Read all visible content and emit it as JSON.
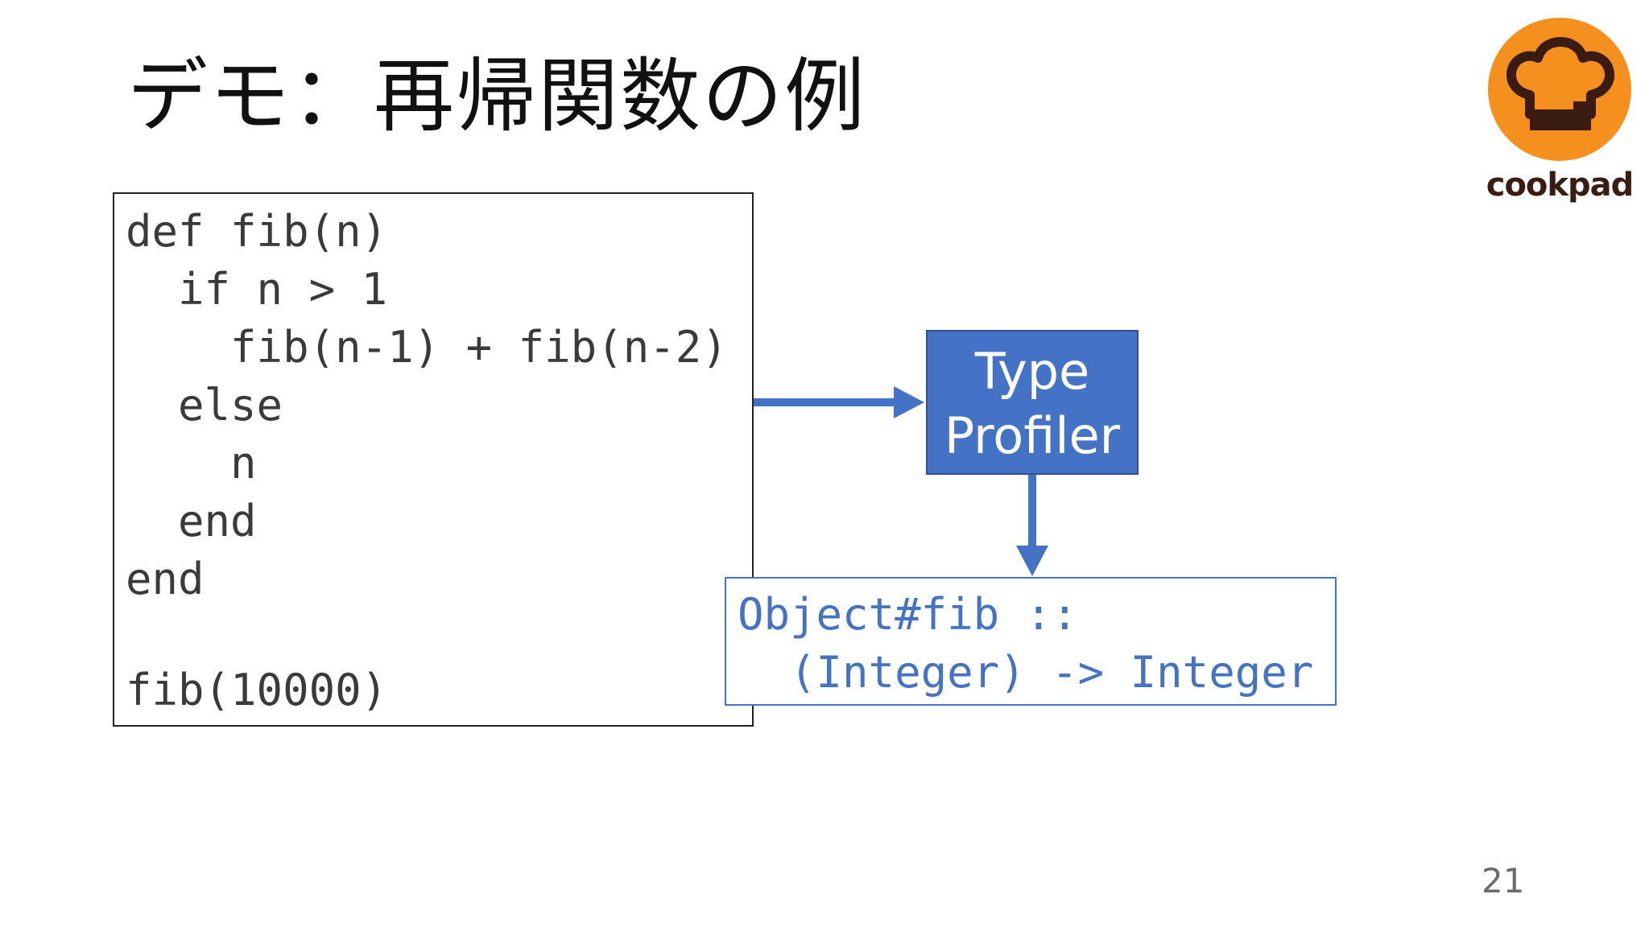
{
  "slide": {
    "title": "デモ：再帰関数の例",
    "page_number": "21"
  },
  "logo": {
    "brand": "cookpad",
    "icon": "chef-hat-icon",
    "color": "#f5901e",
    "text_color": "#3b1c12"
  },
  "code": {
    "lines": [
      "def fib(n)",
      "  if n > 1",
      "    fib(n-1) + fib(n-2)",
      "  else",
      "    n",
      "  end",
      "end",
      "fib(10000)"
    ]
  },
  "profiler": {
    "line1": "Type",
    "line2": "Profiler",
    "color": "#4472c4"
  },
  "result": {
    "line1": "Object#fib ::",
    "line2": "  (Integer) -> Integer",
    "color": "#4472c4"
  }
}
